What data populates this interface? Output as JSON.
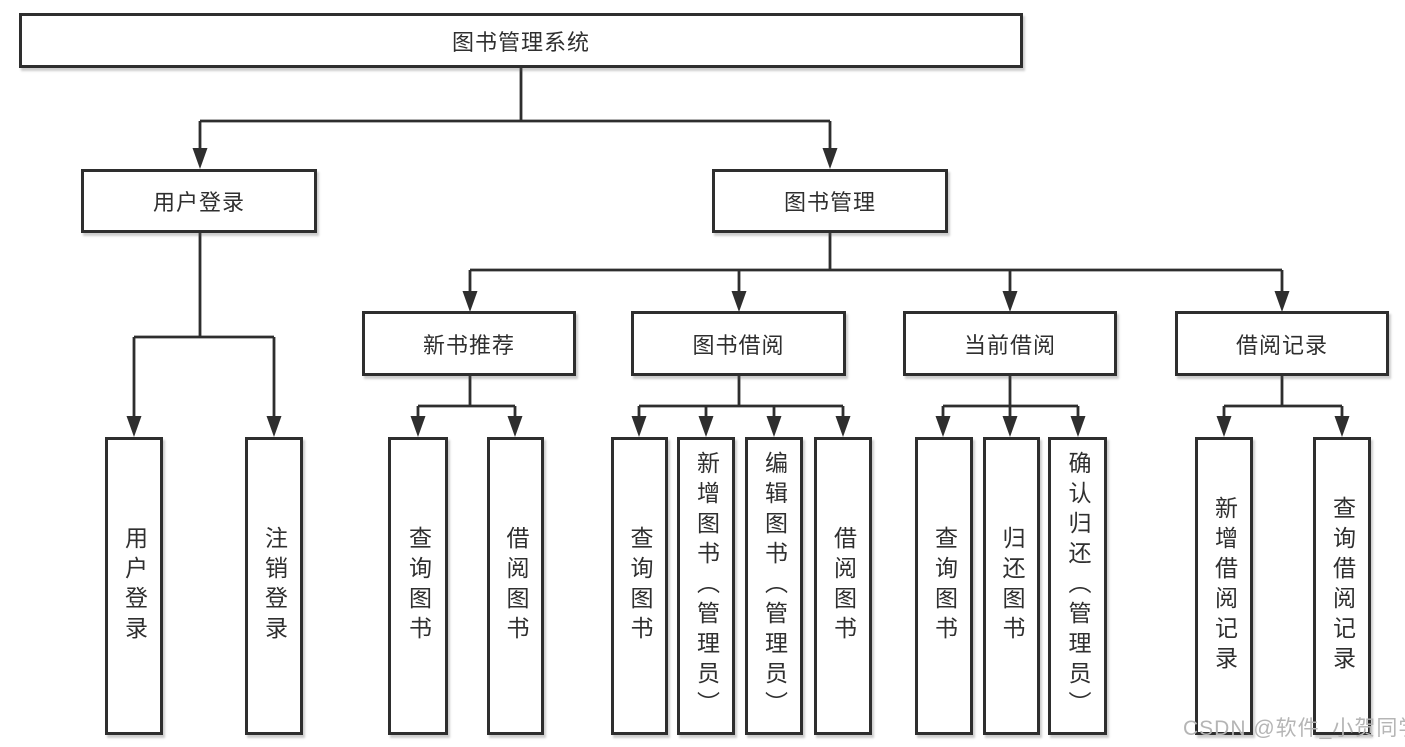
{
  "title": "图书管理系统",
  "watermark": {
    "text": "CSDN @软件_小贺同学",
    "color": "#b5b5b5"
  },
  "colors": {
    "background": "#ffffff",
    "line": "#2e2e2e",
    "box_border": "#2e2e2e",
    "text": "#2f2f2f",
    "watermark": "#b5b5b5"
  },
  "tree": {
    "root": {
      "label": "图书管理系统"
    },
    "level2": [
      {
        "label": "用户登录"
      },
      {
        "label": "图书管理"
      }
    ],
    "level3": [
      {
        "label": "新书推荐",
        "parent": "图书管理"
      },
      {
        "label": "图书借阅",
        "parent": "图书管理"
      },
      {
        "label": "当前借阅",
        "parent": "图书管理"
      },
      {
        "label": "借阅记录",
        "parent": "图书管理"
      }
    ],
    "leaves": [
      {
        "label": "用户登录",
        "parent": "用户登录"
      },
      {
        "label": "注销登录",
        "parent": "用户登录"
      },
      {
        "label": "查询图书",
        "parent": "新书推荐"
      },
      {
        "label": "借阅图书",
        "parent": "新书推荐"
      },
      {
        "label": "查询图书",
        "parent": "图书借阅"
      },
      {
        "label": "新增图书（管理员）",
        "parent": "图书借阅"
      },
      {
        "label": "编辑图书（管理员）",
        "parent": "图书借阅"
      },
      {
        "label": "借阅图书",
        "parent": "图书借阅"
      },
      {
        "label": "查询图书",
        "parent": "当前借阅"
      },
      {
        "label": "归还图书",
        "parent": "当前借阅"
      },
      {
        "label": "确认归还（管理员）",
        "parent": "当前借阅"
      },
      {
        "label": "新增借阅记录",
        "parent": "借阅记录"
      },
      {
        "label": "查询借阅记录",
        "parent": "借阅记录"
      }
    ]
  }
}
